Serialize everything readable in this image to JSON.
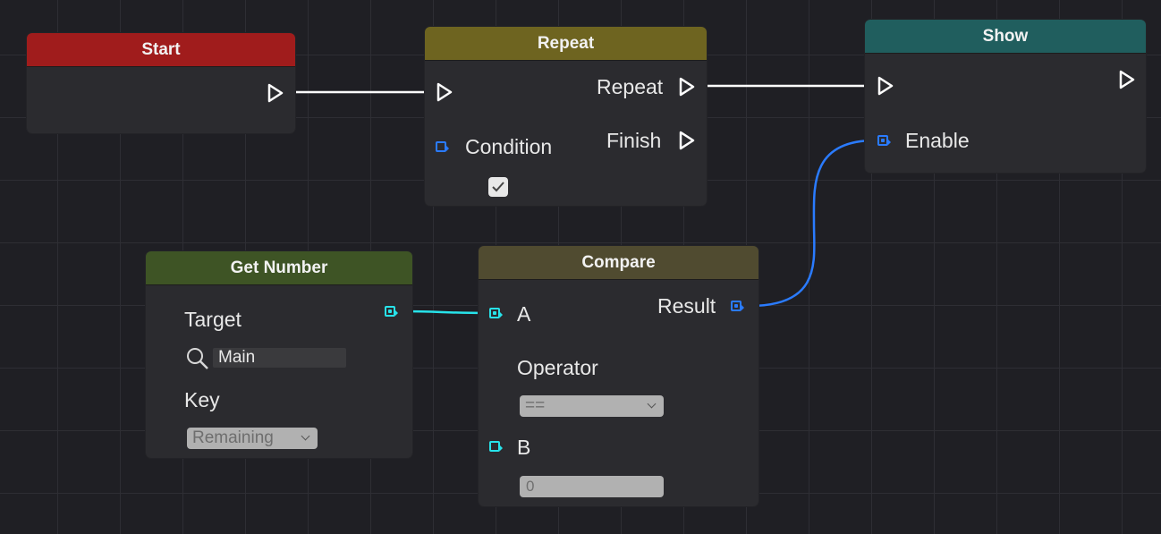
{
  "nodes": {
    "start": {
      "title": "Start",
      "color": "#a01c1c"
    },
    "repeat": {
      "title": "Repeat",
      "color": "#6e6420",
      "out_repeat_label": "Repeat",
      "out_finish_label": "Finish",
      "condition_label": "Condition",
      "condition_checked": true
    },
    "show": {
      "title": "Show",
      "color": "#205e5e",
      "enable_label": "Enable"
    },
    "get_number": {
      "title": "Get Number",
      "color": "#3e5425",
      "target_label": "Target",
      "target_value": "Main",
      "key_label": "Key",
      "key_value": "Remaining"
    },
    "compare": {
      "title": "Compare",
      "color": "#504b30",
      "a_label": "A",
      "result_label": "Result",
      "operator_label": "Operator",
      "operator_value": "==",
      "b_label": "B",
      "b_value": "0"
    }
  },
  "colors": {
    "exec_wire": "#ffffff",
    "data_wire_number": "#27e3ea",
    "data_wire_bool": "#2a7bff"
  }
}
